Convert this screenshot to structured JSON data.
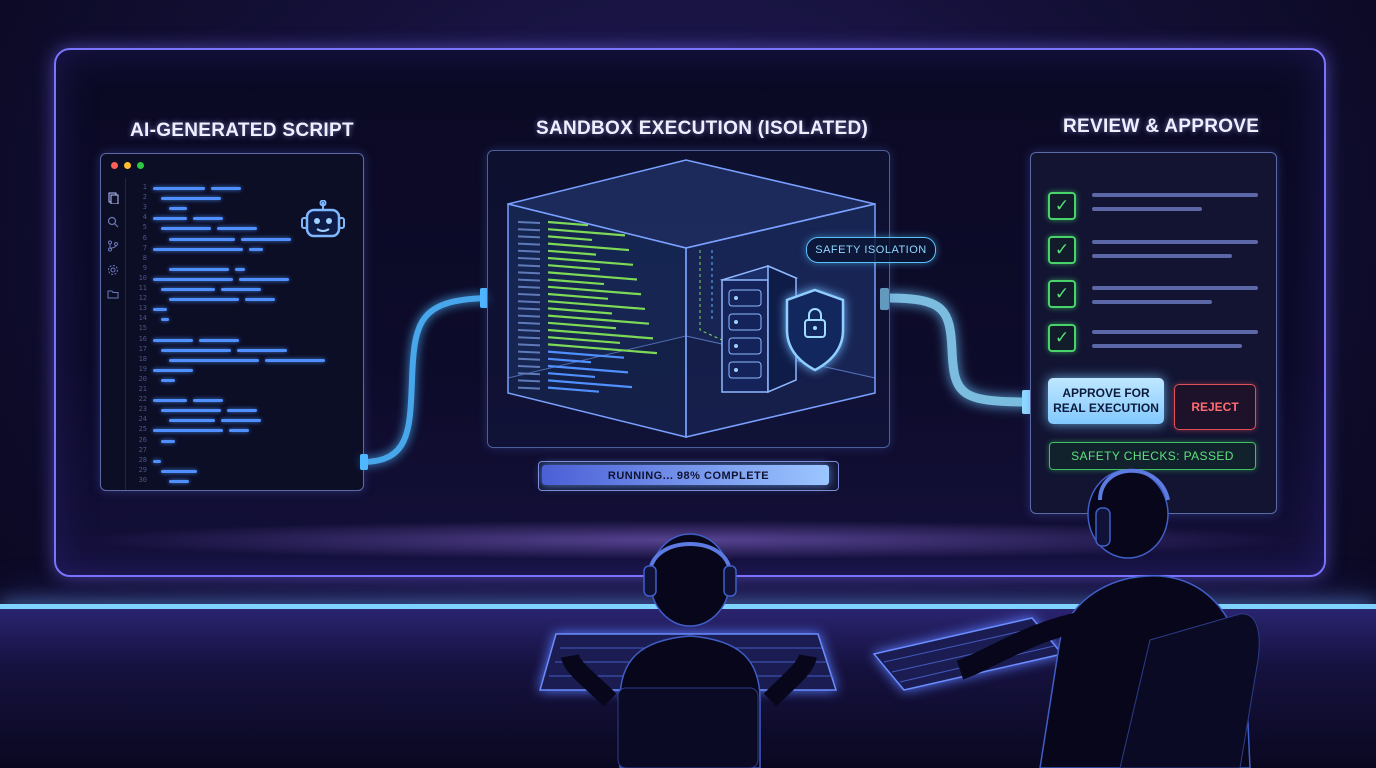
{
  "sections": {
    "script_title": "AI-GENERATED SCRIPT",
    "sandbox_title": "SANDBOX EXECUTION (ISOLATED)",
    "review_title": "REVIEW & APPROVE"
  },
  "editor": {
    "window_dots": [
      "#ff5f57",
      "#febc2e",
      "#28c840"
    ],
    "activity_icons": [
      "files-icon",
      "search-icon",
      "source-control-icon",
      "settings-icon",
      "folder-icon"
    ],
    "line_numbers": [
      "1",
      "2",
      "3",
      "4",
      "5",
      "6",
      "7",
      "8",
      "9",
      "10",
      "11",
      "12",
      "13",
      "14",
      "15",
      "16",
      "17",
      "18",
      "19",
      "20",
      "21",
      "22",
      "23",
      "24",
      "25",
      "26",
      "27",
      "28",
      "29",
      "30"
    ],
    "assistant_icon": "robot-icon"
  },
  "sandbox": {
    "badge": "SAFETY ISOLATION",
    "progress_text": "RUNNING... 98% COMPLETE",
    "progress_value": 0.98,
    "icons": [
      "server-icon",
      "shield-lock-icon"
    ]
  },
  "review": {
    "check_items": 4,
    "approve_label_line1": "APPROVE FOR",
    "approve_label_line2": "REAL EXECUTION",
    "reject_label": "REJECT",
    "status": "SAFETY CHECKS: PASSED"
  },
  "colors": {
    "accent": "#7b74ff",
    "code": "#4f8fff",
    "success": "#49d36b",
    "danger": "#e0505a",
    "highlight": "#8fd6ff"
  }
}
